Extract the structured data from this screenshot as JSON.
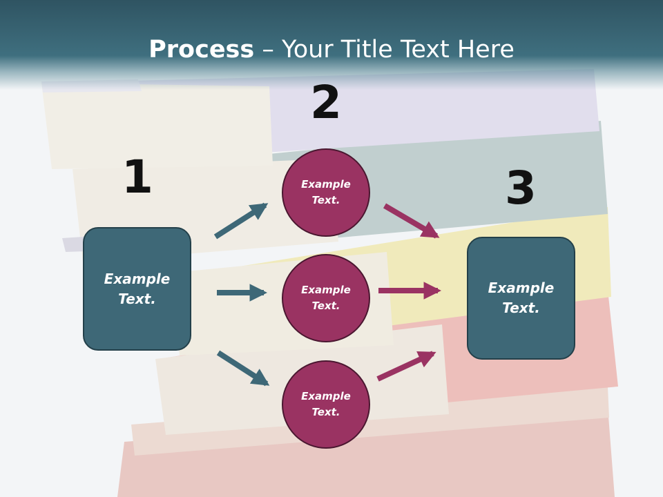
{
  "title": {
    "bold": "Process",
    "rest": " – Your Title Text Here"
  },
  "steps": {
    "n1": "1",
    "n2": "2",
    "n3": "3"
  },
  "nodes": {
    "left_box": "Example\nText.",
    "circle_top": "Example\nText.",
    "circle_middle": "Example\nText.",
    "circle_bottom": "Example\nText.",
    "right_box": "Example\nText."
  },
  "colors": {
    "title_bar": "#3f6f7f",
    "box_fill": "#3e6877",
    "circle_fill": "#9a3362",
    "teal_arrow": "#3e6877",
    "magenta_arrow": "#9a3362"
  }
}
